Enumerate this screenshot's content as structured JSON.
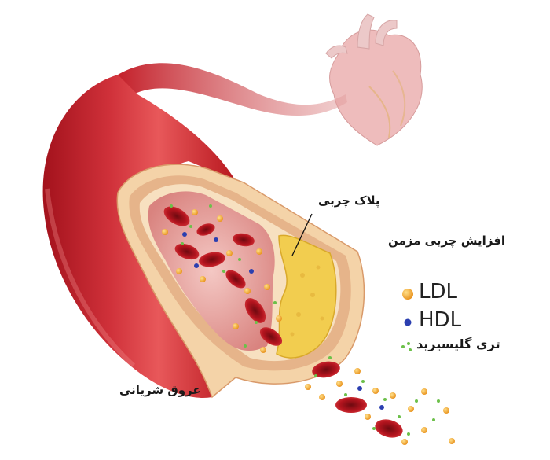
{
  "labels": {
    "plaque": "پلاک چربی",
    "chronic_fat": "افزایش چربی مزمن",
    "arteries": "عروق شریانی",
    "triglycerides": "تری گلیسیرید"
  },
  "legend": {
    "ldl": {
      "label": "LDL",
      "color": "#f5a623"
    },
    "hdl": {
      "label": "HDL",
      "color": "#2b3fb0"
    },
    "triglyceride": {
      "color": "#6cc04a"
    }
  },
  "colors": {
    "artery": "#c4202a",
    "artery_highlight": "#e8585a",
    "wall_outer": "#f4d3a8",
    "plaque": "#f2cd4f",
    "lumen": "#e9a7a4",
    "rbc": "#a8101a",
    "heart": "#e7a2a2"
  },
  "icons": [
    "heart-icon",
    "red-blood-cell-icon",
    "ldl-particle-icon",
    "hdl-particle-icon",
    "triglyceride-particle-icon"
  ]
}
